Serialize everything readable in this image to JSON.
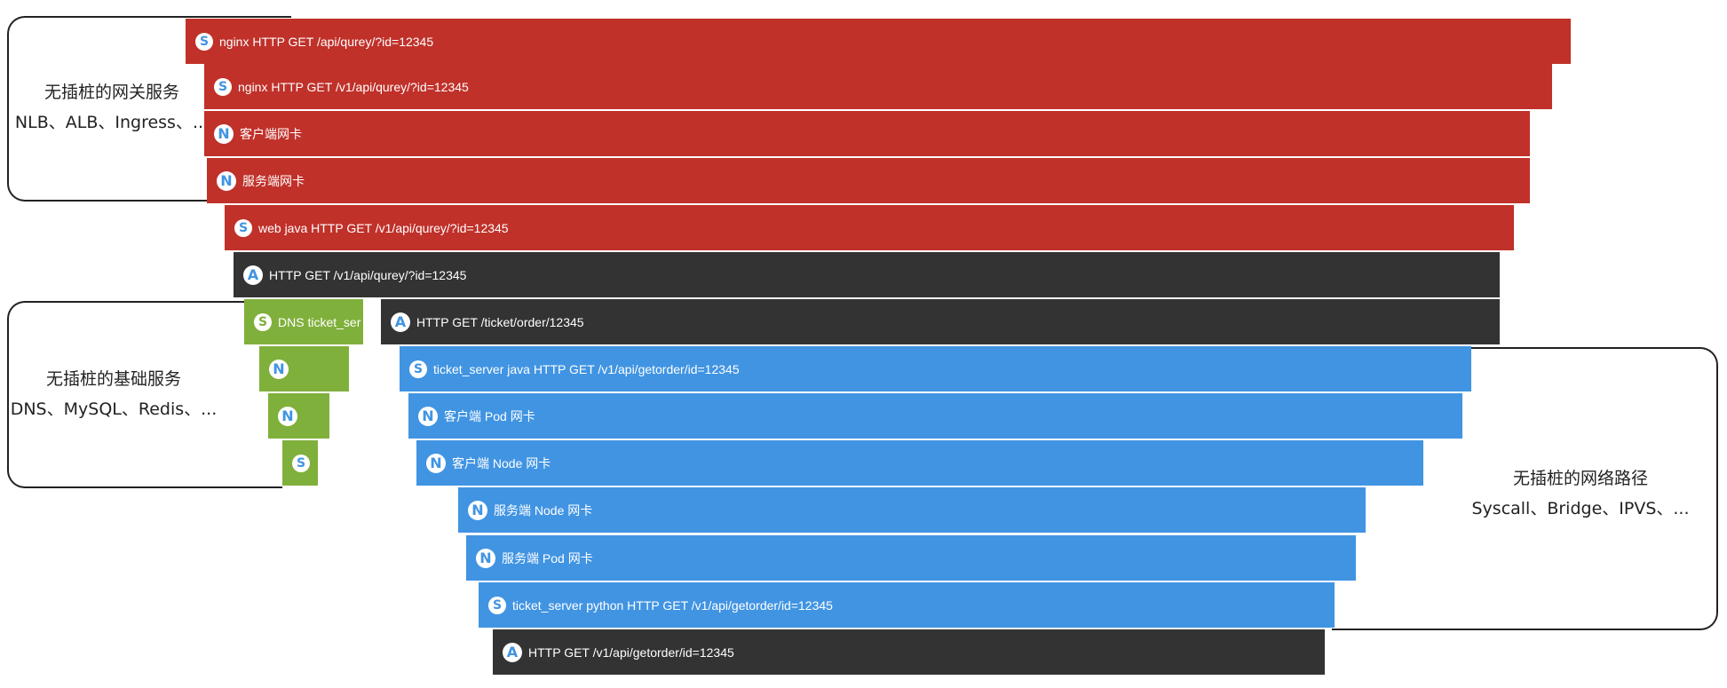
{
  "colors": {
    "red": "#c0312a",
    "dark": "#333333",
    "green": "#80b03c",
    "blue": "#4194e2"
  },
  "spans": [
    {
      "badge": "S",
      "label": "nginx  HTTP GET /api/qurey/?id=12345",
      "color": "red",
      "badge_color": "#4194e2"
    },
    {
      "badge": "S",
      "label": "nginx HTTP GET /v1/api/qurey/?id=12345",
      "color": "red",
      "badge_color": "#4194e2"
    },
    {
      "badge": "N",
      "label": "客户端网卡",
      "color": "red",
      "badge_color": "#4194e2"
    },
    {
      "badge": "N",
      "label": "服务端网卡",
      "color": "red",
      "badge_color": "#4194e2"
    },
    {
      "badge": "S",
      "label": "web java HTTP GET /v1/api/qurey/?id=12345",
      "color": "red",
      "badge_color": "#4194e2"
    },
    {
      "badge": "A",
      "label": "HTTP GET /v1/api/qurey/?id=12345",
      "color": "dark",
      "badge_color": "#4194e2"
    },
    {
      "badge": "S",
      "label": "DNS ticket_ser",
      "color": "green",
      "badge_color": "#80b03c"
    },
    {
      "badge": "A",
      "label": "HTTP GET /ticket/order/12345",
      "color": "dark",
      "badge_color": "#4194e2"
    },
    {
      "badge": "N",
      "label": "",
      "color": "green",
      "badge_color": "#4194e2"
    },
    {
      "badge": "S",
      "label": "ticket_server  java HTTP GET /v1/api/getorder/id=12345",
      "color": "blue",
      "badge_color": "#4194e2"
    },
    {
      "badge": "N",
      "label": "",
      "color": "green",
      "badge_color": "#4194e2"
    },
    {
      "badge": "N",
      "label": "客户端 Pod 网卡",
      "color": "blue",
      "badge_color": "#4194e2"
    },
    {
      "badge": "S",
      "label": "",
      "color": "green",
      "badge_color": "#4194e2"
    },
    {
      "badge": "N",
      "label": "客户端 Node 网卡",
      "color": "blue",
      "badge_color": "#4194e2"
    },
    {
      "badge": "N",
      "label": "服务端 Node 网卡",
      "color": "blue",
      "badge_color": "#4194e2"
    },
    {
      "badge": "N",
      "label": "服务端 Pod 网卡",
      "color": "blue",
      "badge_color": "#4194e2"
    },
    {
      "badge": "S",
      "label": "ticket_server  python HTTP GET  /v1/api/getorder/id=12345",
      "color": "blue",
      "badge_color": "#4194e2"
    },
    {
      "badge": "A",
      "label": "HTTP GET  /v1/api/getorder/id=12345",
      "color": "dark",
      "badge_color": "#4194e2"
    }
  ],
  "groups": {
    "gateway": {
      "title": "无插桩的网关服务",
      "subtitle": "NLB、ALB、Ingress、..."
    },
    "infra": {
      "title": "无插桩的基础服务",
      "subtitle": "DNS、MySQL、Redis、..."
    },
    "network": {
      "title": "无插桩的网络路径",
      "subtitle": "Syscall、Bridge、IPVS、..."
    }
  }
}
